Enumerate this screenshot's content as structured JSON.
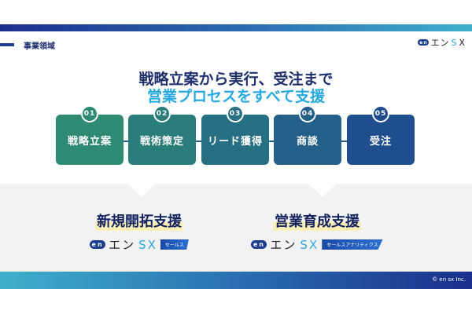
{
  "header": {
    "section": "事業領域",
    "logo": "エンSX"
  },
  "title": {
    "line1": "戦略立案から実行、受注まで",
    "line2": "営業プロセスをすべて支援"
  },
  "steps": [
    {
      "num": "01",
      "label": "戦略立案",
      "color": "#2f8a73"
    },
    {
      "num": "02",
      "label": "戦術策定",
      "color": "#2b7d7c"
    },
    {
      "num": "03",
      "label": "リード獲得",
      "color": "#276f82"
    },
    {
      "num": "04",
      "label": "商談",
      "color": "#24608a"
    },
    {
      "num": "05",
      "label": "受注",
      "color": "#1f4e8f"
    }
  ],
  "services": [
    {
      "title": "新規開拓支援",
      "brand_en": "en",
      "brand_kana": "エン",
      "brand_sx": "SX",
      "tag": "セールス"
    },
    {
      "title": "営業育成支援",
      "brand_en": "en",
      "brand_kana": "エン",
      "brand_sx": "SX",
      "tag": "セールスアナリティクス"
    }
  ],
  "footer": {
    "copyright": "© en sx Inc."
  }
}
